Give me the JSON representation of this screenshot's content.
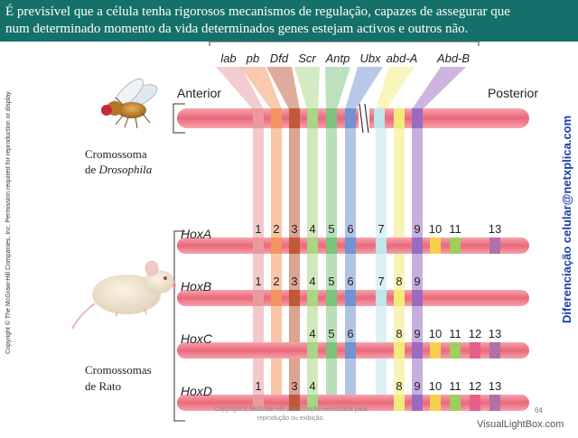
{
  "header": {
    "line1": "É previsível que a célula tenha rigorosos mecanismos de regulação, capazes de assegurar que",
    "line2": "num determinado momento da vida determinados genes estejam activos e outros não."
  },
  "colors": {
    "header_bg": "#16706a",
    "chromosome": "#f07a88",
    "gene_palette": [
      "#e89aa0",
      "#f3955f",
      "#c0583a",
      "#a9d584",
      "#7fc27e",
      "#7193d0",
      "#bfe6ee",
      "#f2eb7c",
      "#9b6bc2",
      "#f6d04a",
      "#9fce5c",
      "#e3608a",
      "#b070a8"
    ]
  },
  "labels": {
    "anterior": "Anterior",
    "posterior": "Posterior",
    "fly_caption_1": "Cromossoma",
    "fly_caption_2": "de ",
    "fly_caption_italic": "Drosophila",
    "mouse_caption_1": "Cromossomas",
    "mouse_caption_2": "de Rato"
  },
  "fly_genes": [
    "lab",
    "pb",
    "Dfd",
    "Scr",
    "Antp",
    "Ubx",
    "abd-A",
    "Abd-B"
  ],
  "hox_rows": [
    {
      "name": "HoxA",
      "genes": [
        1,
        2,
        3,
        4,
        5,
        6,
        7,
        9,
        10,
        11,
        13
      ]
    },
    {
      "name": "HoxB",
      "genes": [
        1,
        2,
        3,
        4,
        5,
        6,
        7,
        8,
        9
      ]
    },
    {
      "name": "HoxC",
      "genes": [
        4,
        5,
        6,
        8,
        9,
        10,
        11,
        12,
        13
      ]
    },
    {
      "name": "HoxD",
      "genes": [
        1,
        3,
        4,
        8,
        9,
        10,
        11,
        12,
        13
      ]
    }
  ],
  "copyright_left": "Copyright © The McGraw-Hill Companies, Inc. Permission required for reproduction or display.",
  "credit_right": "Diferenciação celular@netxplica.com",
  "footer_note": "Copyright © McGraw-Hill. Autorização necessária para reprodução ou exibição.",
  "page_number": "64",
  "watermark": "VisualLightBox.com"
}
